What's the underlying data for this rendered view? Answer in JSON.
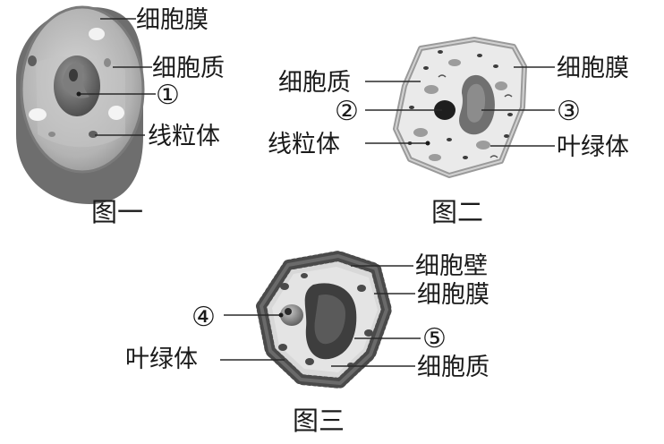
{
  "figures": {
    "fig1": {
      "caption": "图一",
      "labels": {
        "membrane": "细胞膜",
        "cytoplasm": "细胞质",
        "marker": "①",
        "mitochondria": "线粒体"
      }
    },
    "fig2": {
      "caption": "图二",
      "labels": {
        "cytoplasm": "细胞质",
        "marker_left": "②",
        "mitochondria": "线粒体",
        "membrane": "细胞膜",
        "marker_right": "③",
        "chloroplast": "叶绿体"
      }
    },
    "fig3": {
      "caption": "图三",
      "labels": {
        "marker_left": "④",
        "chloroplast": "叶绿体",
        "cell_wall": "细胞壁",
        "membrane": "细胞膜",
        "marker_right": "⑤",
        "cytoplasm": "细胞质"
      }
    }
  }
}
